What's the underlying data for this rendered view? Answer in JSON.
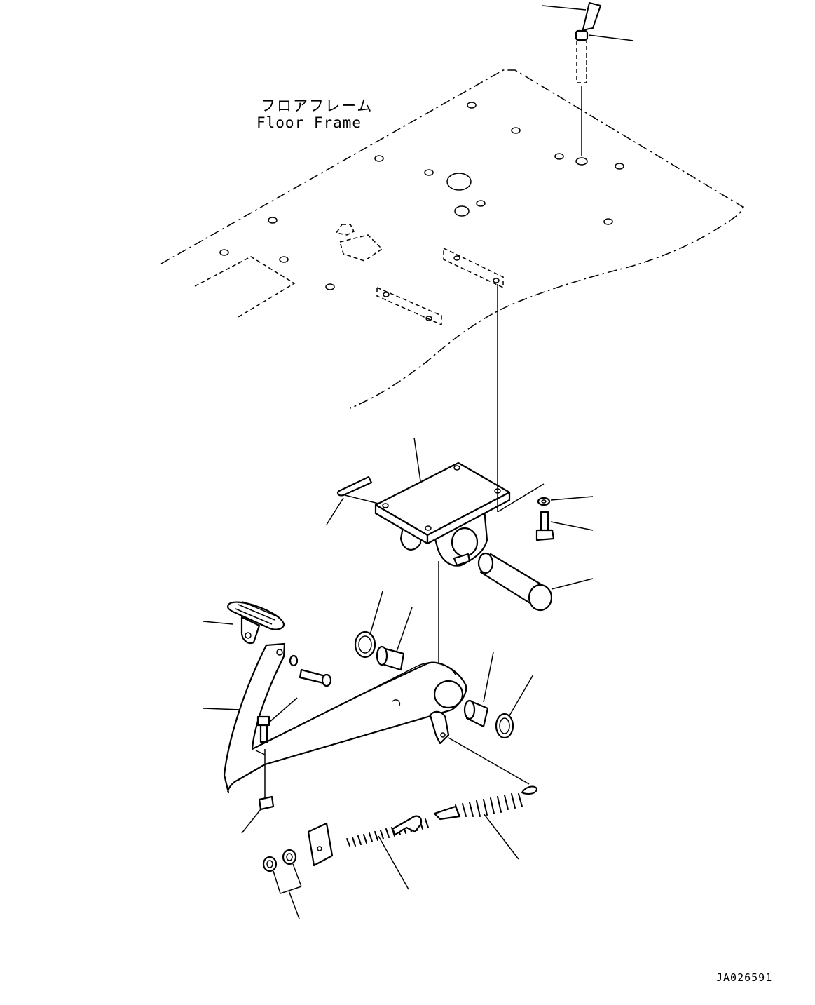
{
  "floor_frame": {
    "label_jp": "フロアフレーム",
    "label_en": "Floor Frame"
  },
  "drawing_code": "JA026591"
}
